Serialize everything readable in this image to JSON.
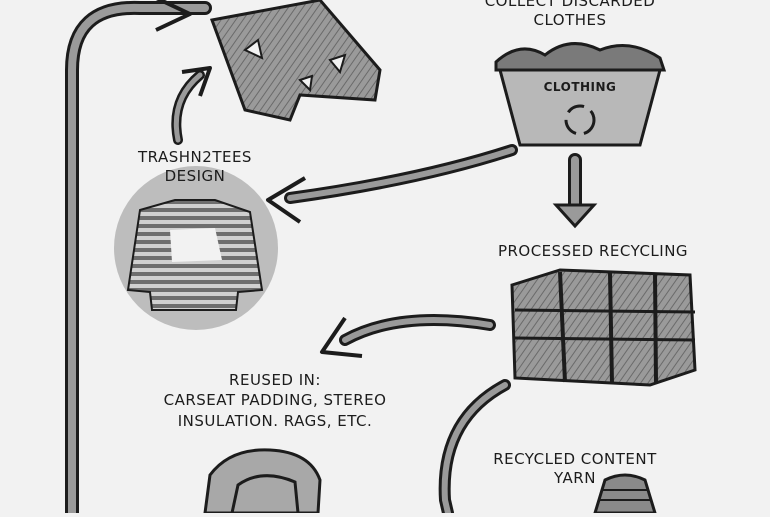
{
  "diagram": {
    "nodes": {
      "collect": {
        "lines": [
          "COLLECT DISCARDED",
          "CLOTHES"
        ],
        "bin_text": "CLOTHING"
      },
      "design": {
        "lines": [
          "TRASHN2TEES",
          "DESIGN"
        ]
      },
      "processed": {
        "lines": [
          "PROCESSED RECYCLING"
        ]
      },
      "reused": {
        "lines": [
          "REUSED IN:",
          "CARSEAT PADDING, STEREO",
          "INSULATION. RAGS, ETC."
        ]
      },
      "yarn": {
        "lines": [
          "RECYCLED CONTENT",
          "YARN"
        ]
      }
    },
    "colors": {
      "background": "#f2f2f2",
      "ink": "#1c1c1c",
      "grey_fill": "#8a8a8a",
      "light_fill": "#c8c8c8",
      "circle": "#bdbdbd"
    }
  }
}
